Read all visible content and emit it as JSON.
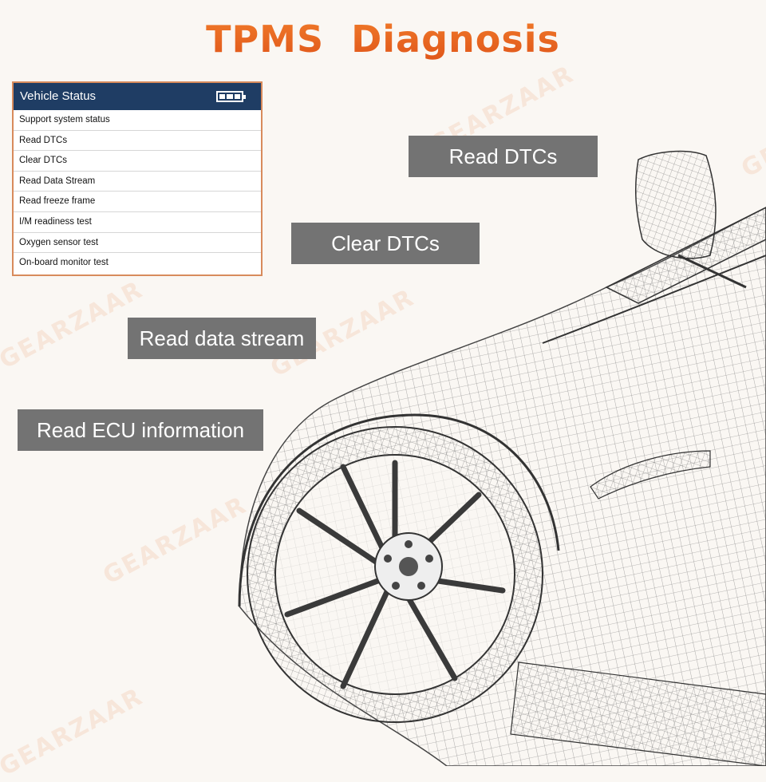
{
  "title": "TPMS  Diagnosis",
  "colors": {
    "title_orange": "#e9651f",
    "header_navy": "#1f3d64",
    "label_gray": "#737373",
    "panel_border": "#d88b5c"
  },
  "watermark": {
    "text": "GEARZAAR",
    "icon": "gear-logo-icon"
  },
  "menu": {
    "header": "Vehicle Status",
    "status_icon": "battery-icon",
    "battery_level": 1.0,
    "items": [
      "Support system status",
      "Read DTCs",
      "Clear DTCs",
      "Read Data Stream",
      "Read freeze frame",
      "I/M readiness test",
      "Oxygen sensor test",
      "On-board monitor test"
    ]
  },
  "features": [
    "Read DTCs",
    "Clear DTCs",
    "Read data stream",
    "Read ECU information"
  ]
}
